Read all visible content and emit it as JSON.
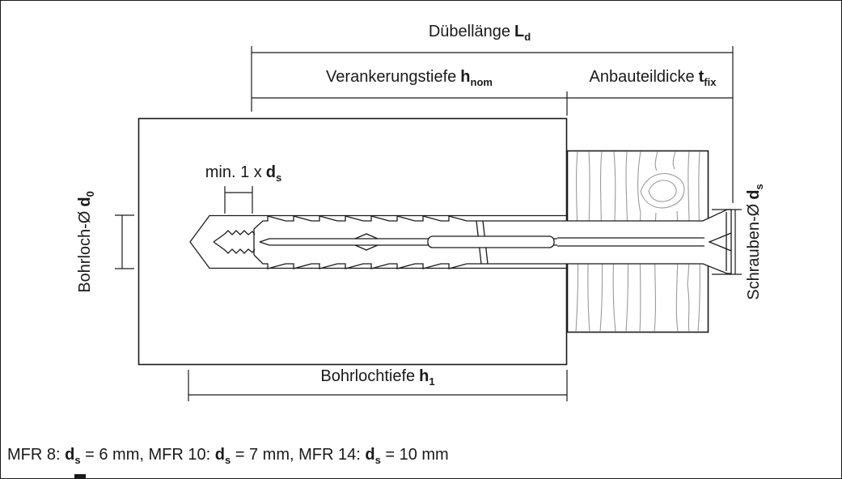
{
  "colors": {
    "background": "#ffffff",
    "line": "#1a1a1a",
    "wood_grain": "#9a9a9a"
  },
  "labels": {
    "dowel_length": {
      "text": "Dübellänge",
      "symbol": "L",
      "subscript": "d"
    },
    "anchorage_depth": {
      "text": "Verankerungstiefe",
      "symbol": "h",
      "subscript": "nom"
    },
    "attachment_thickness": {
      "text": "Anbauteildicke",
      "symbol": "t",
      "subscript": "fix"
    },
    "min_protrusion": {
      "text": "min. 1 x",
      "symbol": "d",
      "subscript": "s"
    },
    "drill_hole_diameter": {
      "text": "Bohrloch-Ø",
      "symbol": "d",
      "subscript": "0"
    },
    "screw_diameter": {
      "text": "Schrauben-Ø",
      "symbol": "d",
      "subscript": "s"
    },
    "drill_hole_depth": {
      "text": "Bohrlochtiefe",
      "symbol": "h",
      "subscript": "1"
    }
  },
  "footer": {
    "items": [
      {
        "prefix": "MFR 8: ",
        "symbol": "d",
        "subscript": "s",
        "suffix": " = 6 mm, "
      },
      {
        "prefix": "MFR 10: ",
        "symbol": "d",
        "subscript": "s",
        "suffix": " = 7 mm, "
      },
      {
        "prefix": "MFR 14: ",
        "symbol": "d",
        "subscript": "s",
        "suffix": " = 10 mm"
      }
    ]
  }
}
